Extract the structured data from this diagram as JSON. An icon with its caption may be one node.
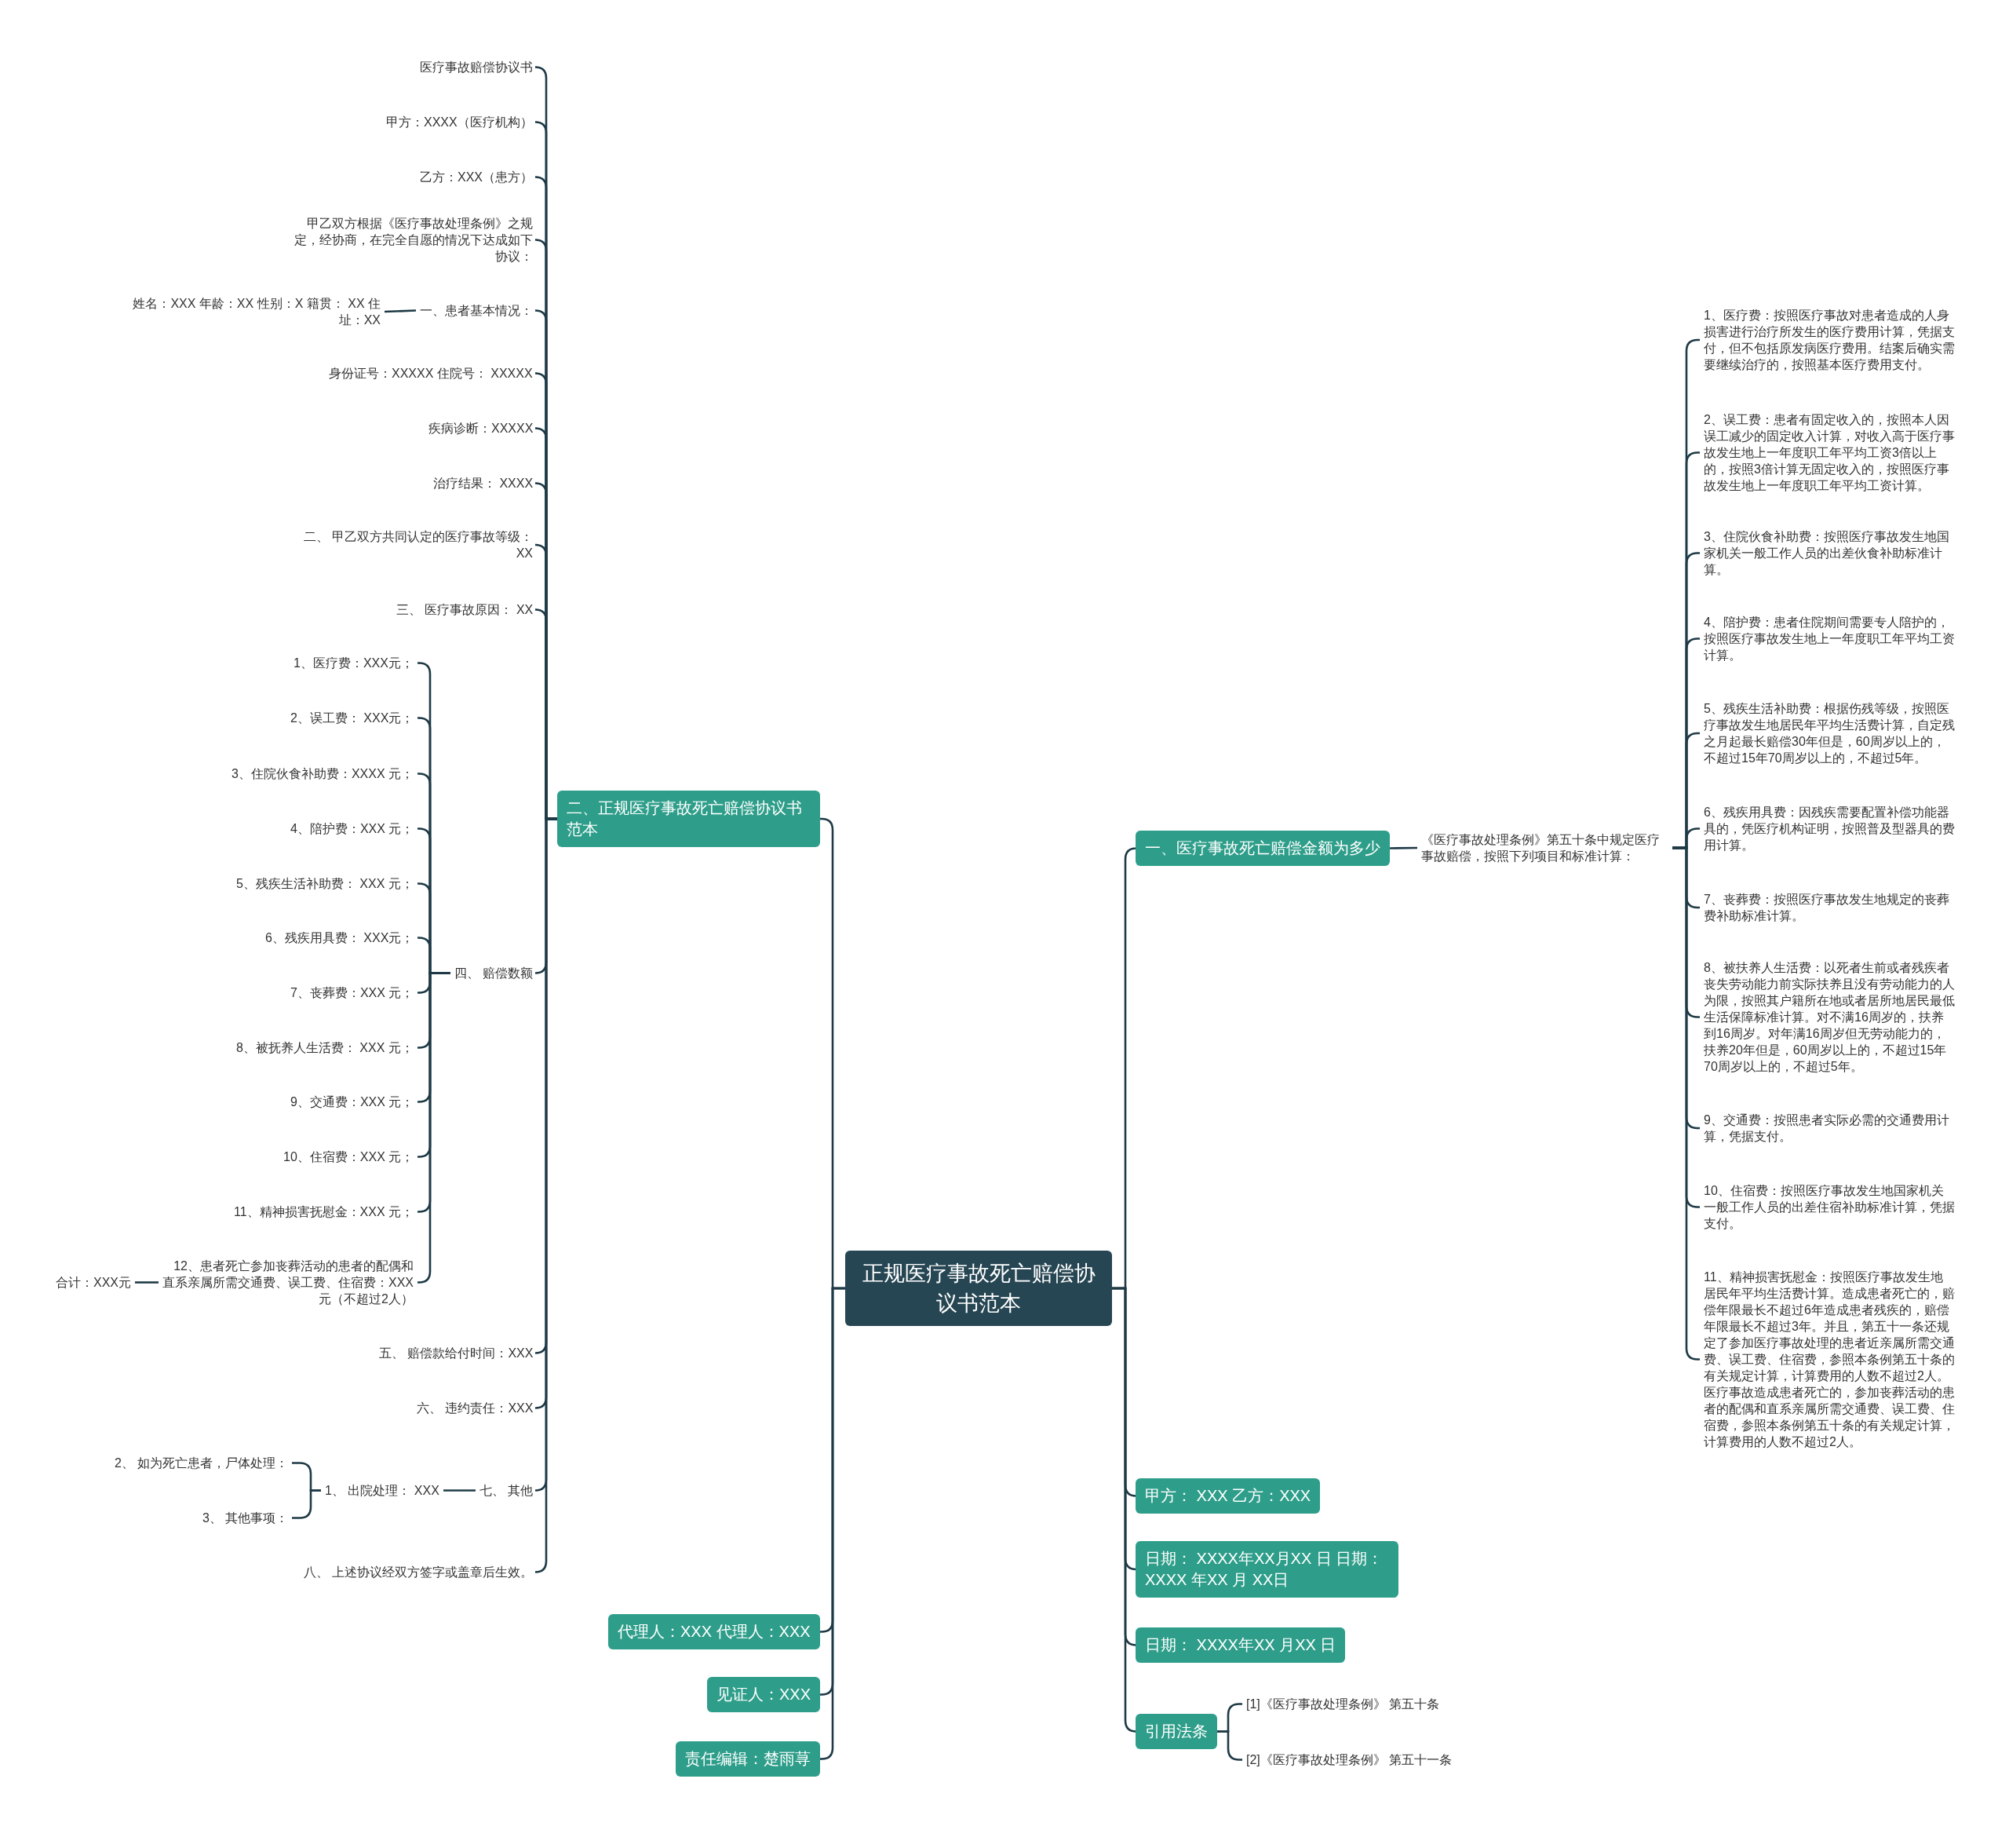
{
  "diagram": {
    "nodes": [
      {
        "text": [
          "正规医疗事故死亡赔偿协议书范本"
        ]
      },
      {
        "text": [
          "二、正规医疗事故死亡赔偿协议书范本"
        ]
      },
      {
        "text": [
          "医疗事故赔偿协议书"
        ]
      },
      {
        "text": [
          "甲方：XXXX（医疗机构）"
        ]
      },
      {
        "text": [
          "乙方：XXX（患方）"
        ]
      },
      {
        "text": [
          "甲乙双方根据《医疗事故处理条例》之规定，经协商，在完全自愿的情况下达成如下协议："
        ]
      },
      {
        "text": [
          "一、患者基本情况："
        ]
      },
      {
        "text": [
          "姓名：XXX 年龄：XX 性别：X 籍贯： XX 住址：XX"
        ]
      },
      {
        "text": [
          "身份证号：XXXXX 住院号： XXXXX"
        ]
      },
      {
        "text": [
          "疾病诊断：XXXXX"
        ]
      },
      {
        "text": [
          "治疗结果： XXXX"
        ]
      },
      {
        "text": [
          "二、 甲乙双方共同认定的医疗事故等级： XX"
        ]
      },
      {
        "text": [
          "三、 医疗事故原因： XX"
        ]
      },
      {
        "text": [
          "四、 赔偿数额"
        ]
      },
      {
        "text": [
          "1、医疗费：XXX元；"
        ]
      },
      {
        "text": [
          "2、误工费： XXX元；"
        ]
      },
      {
        "text": [
          "3、住院伙食补助费：XXXX 元；"
        ]
      },
      {
        "text": [
          "4、陪护费：XXX 元；"
        ]
      },
      {
        "text": [
          "5、残疾生活补助费： XXX 元；"
        ]
      },
      {
        "text": [
          "6、残疾用具费： XXX元；"
        ]
      },
      {
        "text": [
          "7、丧葬费：XXX 元；"
        ]
      },
      {
        "text": [
          "8、被抚养人生活费： XXX 元；"
        ]
      },
      {
        "text": [
          "9、交通费：XXX 元；"
        ]
      },
      {
        "text": [
          "10、住宿费：XXX 元；"
        ]
      },
      {
        "text": [
          "11、精神损害抚慰金：XXX 元；"
        ]
      },
      {
        "text": [
          "12、患者死亡参加丧葬活动的患者的配偶和直系亲属所需交通费、误工费、住宿费：XXX元（不超过2人）"
        ]
      },
      {
        "text": [
          "合计：XXX元"
        ]
      },
      {
        "text": [
          "五、 赔偿款给付时间：XXX"
        ]
      },
      {
        "text": [
          "六、 违约责任：XXX"
        ]
      },
      {
        "text": [
          "七、 其他"
        ]
      },
      {
        "text": [
          "1、 出院处理： XXX"
        ]
      },
      {
        "text": [
          "2、 如为死亡患者，尸体处理："
        ]
      },
      {
        "text": [
          "3、 其他事项："
        ]
      },
      {
        "text": [
          "八、 上述协议经双方签字或盖章后生效。"
        ]
      },
      {
        "text": [
          "代理人：XXX 代理人：XXX"
        ]
      },
      {
        "text": [
          "见证人：XXX"
        ]
      },
      {
        "text": [
          "责任编辑：楚雨荨"
        ]
      },
      {
        "text": [
          "一、医疗事故死亡赔偿金额为多少"
        ]
      },
      {
        "text": [
          "《医疗事故处理条例》第五十条中规定医疗事故赔偿，按照下列项目和标准计算："
        ]
      },
      {
        "text": [
          "1、医疗费：按照医疗事故对患者造成的人身损害进行治疗所发生的医疗费用计算，凭据支付，但不包括原发病医疗费用。结案后确实需要继续治疗的，按照基本医疗费用支付。"
        ]
      },
      {
        "text": [
          "2、误工费：患者有固定收入的，按照本人因误工减少的固定收入计算，对收入高于医疗事故发生地上一年度职工年平均工资3倍以上的，按照3倍计算无固定收入的，按照医疗事故发生地上一年度职工年平均工资计算。"
        ]
      },
      {
        "text": [
          "3、住院伙食补助费：按照医疗事故发生地国家机关一般工作人员的出差伙食补助标准计算。"
        ]
      },
      {
        "text": [
          "4、陪护费：患者住院期间需要专人陪护的，按照医疗事故发生地上一年度职工年平均工资计算。"
        ]
      },
      {
        "text": [
          "5、残疾生活补助费：根据伤残等级，按照医疗事故发生地居民年平均生活费计算，自定残之月起最长赔偿30年但是，60周岁以上的，不超过15年70周岁以上的，不超过5年。"
        ]
      },
      {
        "text": [
          "6、残疾用具费：因残疾需要配置补偿功能器具的，凭医疗机构证明，按照普及型器具的费用计算。"
        ]
      },
      {
        "text": [
          "7、丧葬费：按照医疗事故发生地规定的丧葬费补助标准计算。"
        ]
      },
      {
        "text": [
          "8、被扶养人生活费：以死者生前或者残疾者丧失劳动能力前实际扶养且没有劳动能力的人为限，按照其户籍所在地或者居所地居民最低生活保障标准计算。对不满16周岁的，扶养到16周岁。对年满16周岁但无劳动能力的，扶养20年但是，60周岁以上的，不超过15年70周岁以上的，不超过5年。"
        ]
      },
      {
        "text": [
          "9、交通费：按照患者实际必需的交通费用计算，凭据支付。"
        ]
      },
      {
        "text": [
          "10、住宿费：按照医疗事故发生地国家机关一般工作人员的出差住宿补助标准计算，凭据支付。"
        ]
      },
      {
        "text": [
          "11、精神损害抚慰金：按照医疗事故发生地居民年平均生活费计算。造成患者死亡的，赔偿年限最长不超过6年造成患者残疾的，赔偿年限最长不超过3年。并且，第五十一条还规定了参加医疗事故处理的患者近亲属所需交通费、误工费、住宿费，参照本条例第五十条的有关规定计算，计算费用的人数不超过2人。医疗事故造成患者死亡的，参加丧葬活动的患者的配偶和直系亲属所需交通费、误工费、住宿费，参照本条例第五十条的有关规定计算，计算费用的人数不超过2人。"
        ]
      },
      {
        "text": [
          "甲方： XXX 乙方：XXX"
        ]
      },
      {
        "text": [
          "日期： XXXX年XX月XX 日 日期：XXXX 年XX 月 XX日"
        ]
      },
      {
        "text": [
          "日期： XXXX年XX 月XX 日"
        ]
      },
      {
        "text": [
          "引用法条"
        ]
      },
      {
        "text": [
          "[1]《医疗事故处理条例》 第五十条"
        ]
      },
      {
        "text": [
          "[2]《医疗事故处理条例》 第五十一条"
        ]
      }
    ],
    "edges": [
      {
        "from": 0,
        "to": 1,
        "arrow": "none"
      },
      {
        "from": 1,
        "to": 2,
        "arrow": "none"
      },
      {
        "from": 1,
        "to": 3,
        "arrow": "none"
      },
      {
        "from": 1,
        "to": 4,
        "arrow": "none"
      },
      {
        "from": 1,
        "to": 5,
        "arrow": "none"
      },
      {
        "from": 1,
        "to": 6,
        "arrow": "none"
      },
      {
        "from": 6,
        "to": 7,
        "arrow": "none"
      },
      {
        "from": 1,
        "to": 8,
        "arrow": "none"
      },
      {
        "from": 1,
        "to": 9,
        "arrow": "none"
      },
      {
        "from": 1,
        "to": 10,
        "arrow": "none"
      },
      {
        "from": 1,
        "to": 11,
        "arrow": "none"
      },
      {
        "from": 1,
        "to": 12,
        "arrow": "none"
      },
      {
        "from": 1,
        "to": 13,
        "arrow": "none"
      },
      {
        "from": 13,
        "to": 14,
        "arrow": "none"
      },
      {
        "from": 13,
        "to": 15,
        "arrow": "none"
      },
      {
        "from": 13,
        "to": 16,
        "arrow": "none"
      },
      {
        "from": 13,
        "to": 17,
        "arrow": "none"
      },
      {
        "from": 13,
        "to": 18,
        "arrow": "none"
      },
      {
        "from": 13,
        "to": 19,
        "arrow": "none"
      },
      {
        "from": 13,
        "to": 20,
        "arrow": "none"
      },
      {
        "from": 13,
        "to": 21,
        "arrow": "none"
      },
      {
        "from": 13,
        "to": 22,
        "arrow": "none"
      },
      {
        "from": 13,
        "to": 23,
        "arrow": "none"
      },
      {
        "from": 13,
        "to": 24,
        "arrow": "none"
      },
      {
        "from": 13,
        "to": 25,
        "arrow": "none"
      },
      {
        "from": 25,
        "to": 26,
        "arrow": "none"
      },
      {
        "from": 1,
        "to": 27,
        "arrow": "none"
      },
      {
        "from": 1,
        "to": 28,
        "arrow": "none"
      },
      {
        "from": 1,
        "to": 29,
        "arrow": "none"
      },
      {
        "from": 29,
        "to": 30,
        "arrow": "none"
      },
      {
        "from": 30,
        "to": 31,
        "arrow": "none"
      },
      {
        "from": 30,
        "to": 32,
        "arrow": "none"
      },
      {
        "from": 1,
        "to": 33,
        "arrow": "none"
      },
      {
        "from": 0,
        "to": 34,
        "arrow": "none"
      },
      {
        "from": 0,
        "to": 35,
        "arrow": "none"
      },
      {
        "from": 0,
        "to": 36,
        "arrow": "none"
      },
      {
        "from": 0,
        "to": 37,
        "arrow": "none"
      },
      {
        "from": 37,
        "to": 38,
        "arrow": "none"
      },
      {
        "from": 38,
        "to": 39,
        "arrow": "none"
      },
      {
        "from": 38,
        "to": 40,
        "arrow": "none"
      },
      {
        "from": 38,
        "to": 41,
        "arrow": "none"
      },
      {
        "from": 38,
        "to": 42,
        "arrow": "none"
      },
      {
        "from": 38,
        "to": 43,
        "arrow": "none"
      },
      {
        "from": 38,
        "to": 44,
        "arrow": "none"
      },
      {
        "from": 38,
        "to": 45,
        "arrow": "none"
      },
      {
        "from": 38,
        "to": 46,
        "arrow": "none"
      },
      {
        "from": 38,
        "to": 47,
        "arrow": "none"
      },
      {
        "from": 38,
        "to": 48,
        "arrow": "none"
      },
      {
        "from": 38,
        "to": 49,
        "arrow": "none"
      },
      {
        "from": 0,
        "to": 50,
        "arrow": "none"
      },
      {
        "from": 0,
        "to": 51,
        "arrow": "none"
      },
      {
        "from": 0,
        "to": 52,
        "arrow": "none"
      },
      {
        "from": 0,
        "to": 53,
        "arrow": "none"
      },
      {
        "from": 53,
        "to": 54,
        "arrow": "none"
      },
      {
        "from": 53,
        "to": 55,
        "arrow": "none"
      }
    ]
  }
}
